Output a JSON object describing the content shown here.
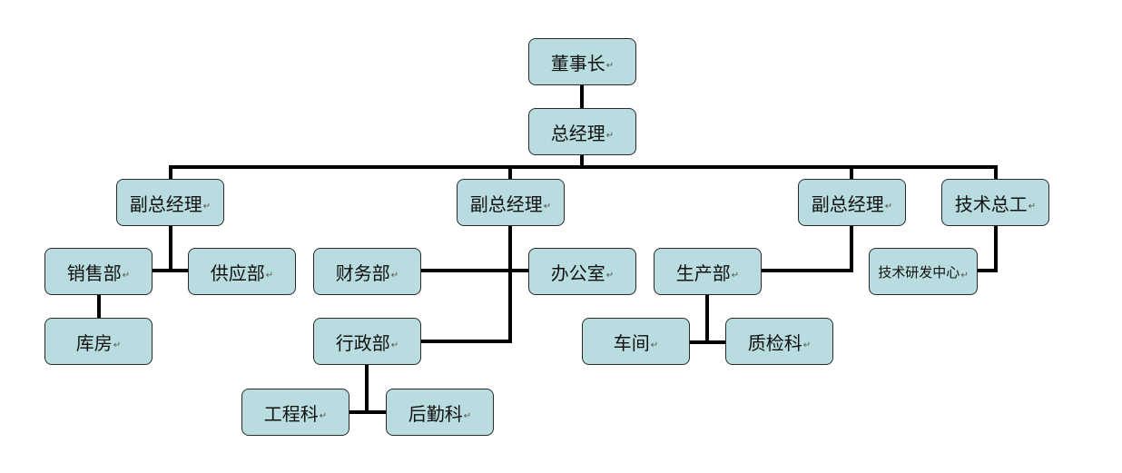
{
  "colors": {
    "node_fill": "#b8dcdf",
    "node_border": "#2a2a2a",
    "connector": "#000000"
  },
  "nodes": {
    "chairman": "董事长",
    "general_manager": "总经理",
    "vice_gm_1": "副总经理",
    "vice_gm_2": "副总经理",
    "vice_gm_3": "副总经理",
    "chief_engineer": "技术总工",
    "sales": "销售部",
    "supply": "供应部",
    "warehouse": "库房",
    "finance": "财务部",
    "office": "办公室",
    "administration": "行政部",
    "engineering_section": "工程科",
    "logistics_section": "后勤科",
    "production": "生产部",
    "workshop": "车间",
    "quality_inspection": "质检科",
    "rd_center": "技术研发中心"
  },
  "paragraph_mark": "↵"
}
